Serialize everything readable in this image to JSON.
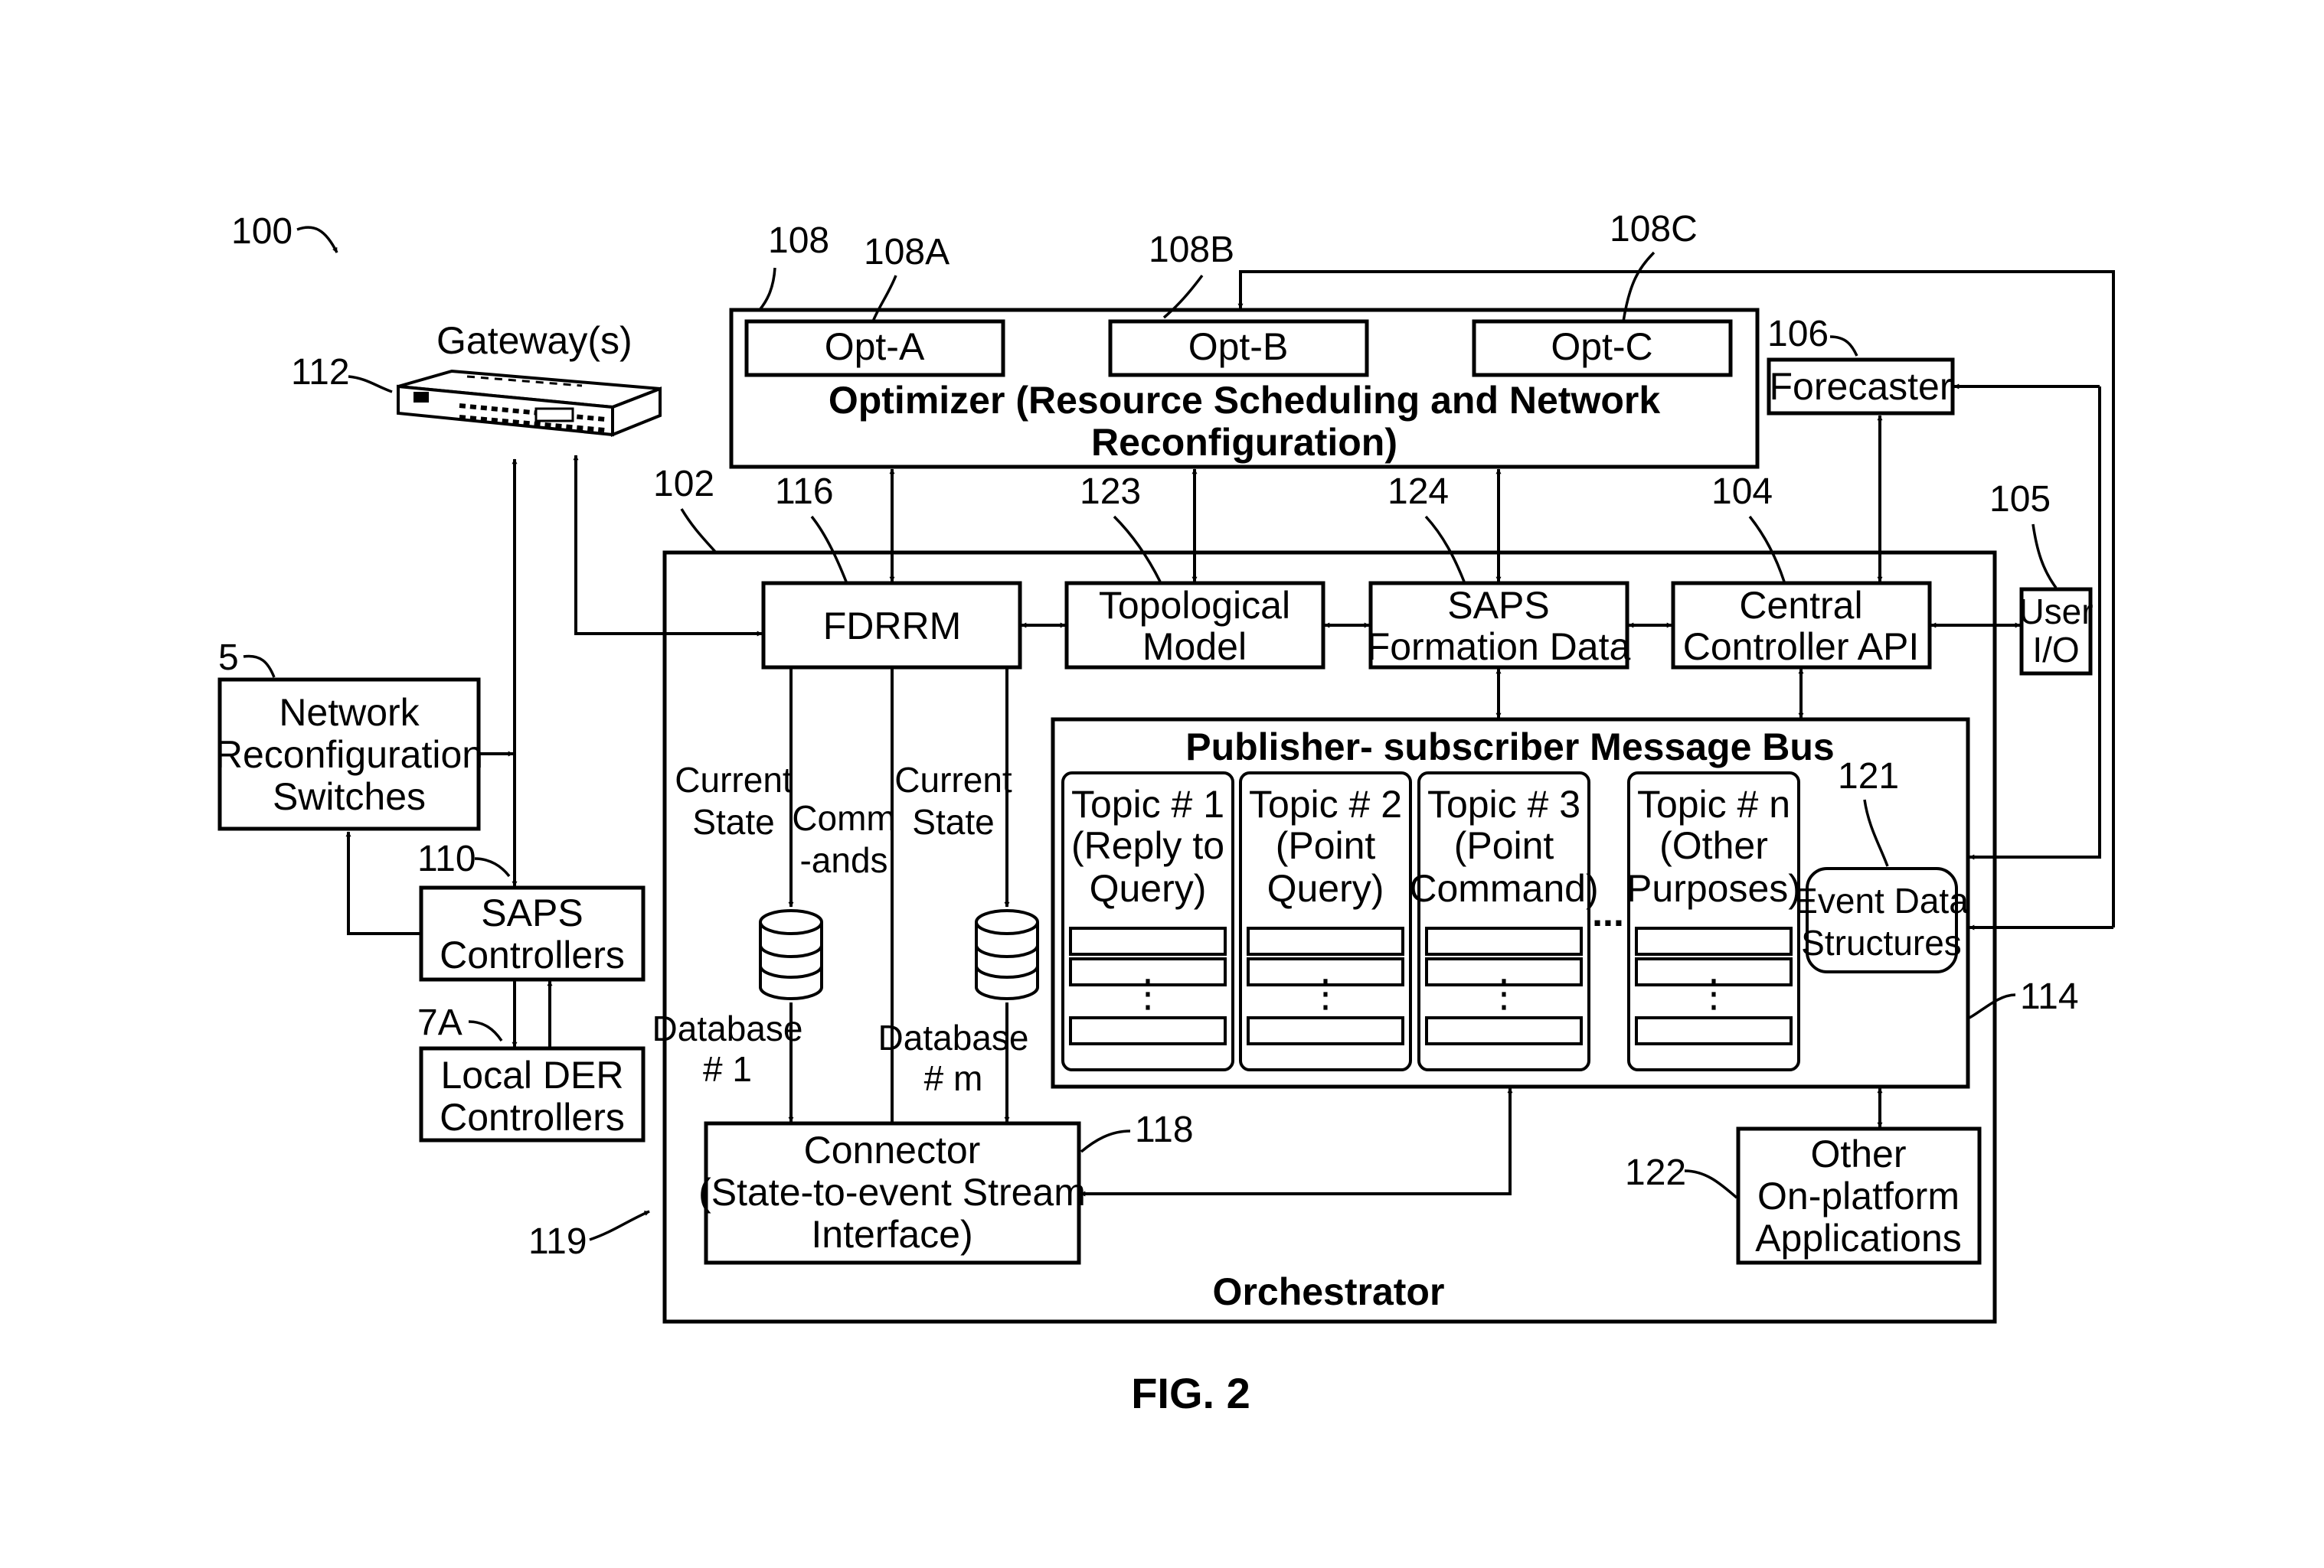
{
  "figure": {
    "number": "100",
    "caption": "FIG. 2"
  },
  "gateway": {
    "label": "Gateway(s)",
    "ref": "112"
  },
  "optimizer": {
    "ref": "108",
    "title_line1": "Optimizer (Resource Scheduling and Network",
    "title_line2": "Reconfiguration)",
    "opts": [
      {
        "label": "Opt-A",
        "ref": "108A"
      },
      {
        "label": "Opt-B",
        "ref": "108B"
      },
      {
        "label": "Opt-C",
        "ref": "108C"
      }
    ]
  },
  "forecaster": {
    "label": "Forecaster",
    "ref": "106"
  },
  "user_io": {
    "line1": "User",
    "line2": "I/O",
    "ref": "105"
  },
  "orchestrator": {
    "label": "Orchestrator",
    "ref": "102",
    "ref_outer": "119"
  },
  "fdrrm": {
    "label": "FDRRM",
    "ref": "116"
  },
  "topological_model": {
    "line1": "Topological",
    "line2": "Model",
    "ref": "123"
  },
  "saps_formation": {
    "line1": "SAPS",
    "line2": "Formation Data",
    "ref": "124"
  },
  "central_api": {
    "line1": "Central",
    "line2": "Controller API",
    "ref": "104"
  },
  "flows": {
    "current_state_1": [
      "Current",
      "State"
    ],
    "commands": [
      "Comm",
      "-ands"
    ],
    "current_state_2": [
      "Current",
      "State"
    ]
  },
  "databases": [
    {
      "line1": "Database",
      "line2": "# 1"
    },
    {
      "line1": "Database",
      "line2": "# m"
    }
  ],
  "connector": {
    "line1": "Connector",
    "line2": "(State-to-event Stream",
    "line3": "Interface)",
    "ref": "118"
  },
  "message_bus": {
    "title": "Publisher- subscriber Message Bus",
    "ref": "114",
    "ellipsis": "...",
    "topics": [
      {
        "line1": "Topic # 1",
        "line2": "(Reply to",
        "line3": "Query)"
      },
      {
        "line1": "Topic # 2",
        "line2": "(Point",
        "line3": "Query)"
      },
      {
        "line1": "Topic # 3",
        "line2": "(Point",
        "line3": "Command)"
      },
      {
        "line1": "Topic # n",
        "line2": "(Other",
        "line3": "Purposes)"
      }
    ],
    "event_data": {
      "line1": "Event Data",
      "line2": "Structures",
      "ref": "121"
    }
  },
  "other_apps": {
    "line1": "Other",
    "line2": "On-platform",
    "line3": "Applications",
    "ref": "122"
  },
  "network_switches": {
    "line1": "Network",
    "line2": "Reconfiguration",
    "line3": "Switches",
    "ref": "5"
  },
  "saps_controllers": {
    "line1": "SAPS",
    "line2": "Controllers",
    "ref": "110"
  },
  "local_der": {
    "line1": "Local DER",
    "line2": "Controllers",
    "ref": "7A"
  }
}
